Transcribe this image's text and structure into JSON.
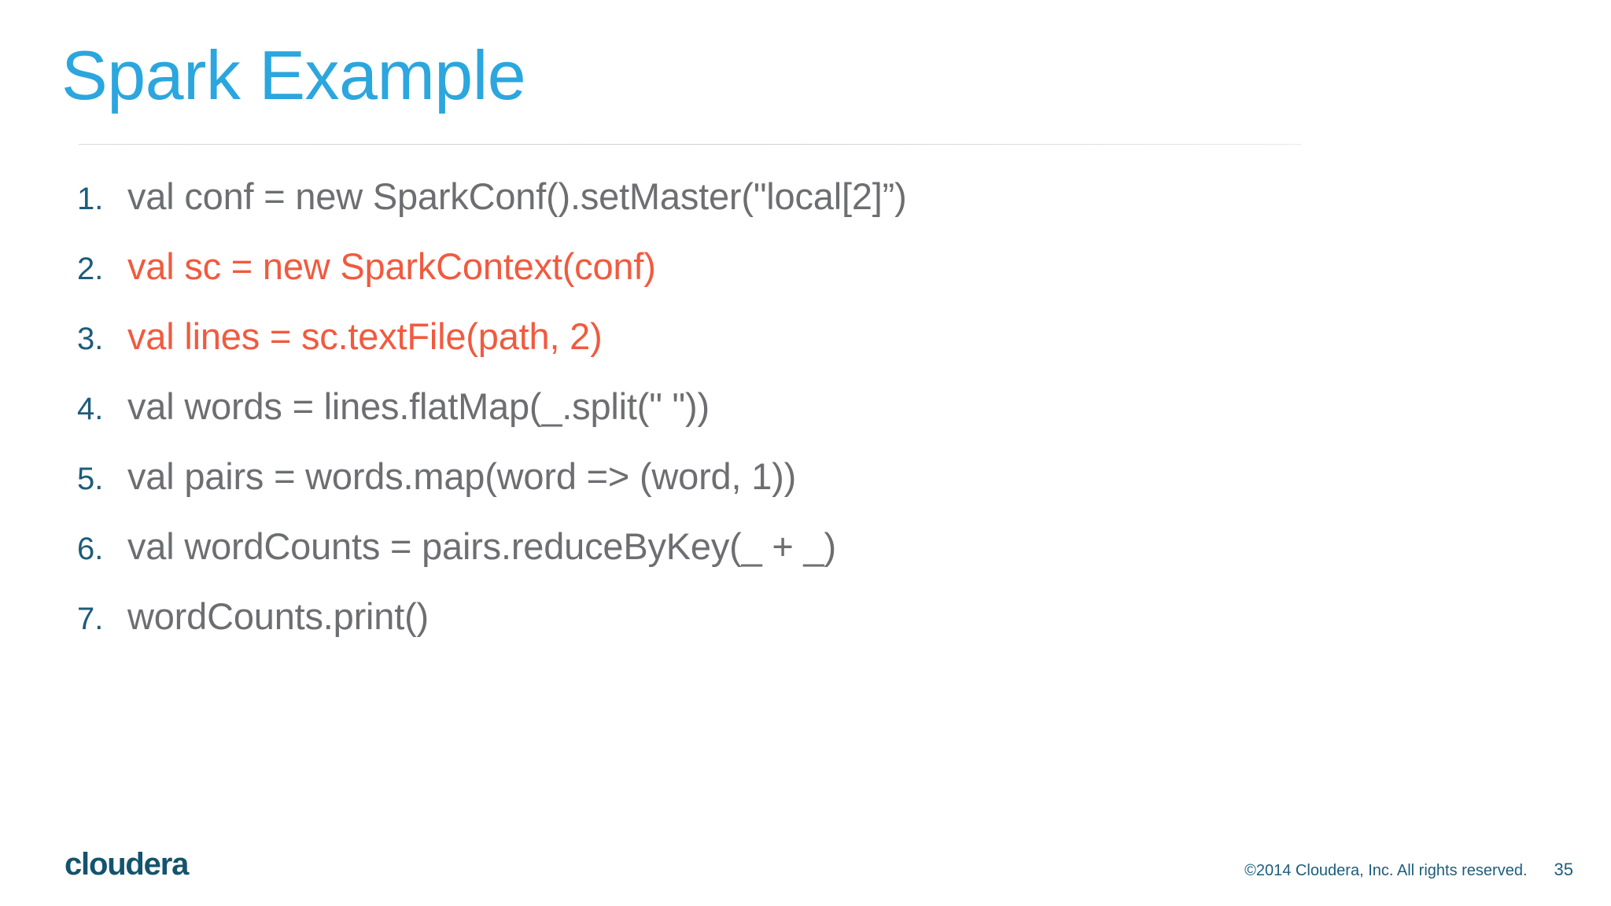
{
  "slide": {
    "title": "Spark Example",
    "title_color": "#2ba6de",
    "body_color": "#6d6e71",
    "accent_color": "#f15a3f",
    "number_color": "#1d5c7c",
    "background": "#ffffff"
  },
  "code": {
    "lines": [
      {
        "num": "1.",
        "text": "val conf = new SparkConf().setMaster(\"local[2]”)",
        "highlighted": false
      },
      {
        "num": "2.",
        "text": "val sc = new SparkContext(conf)",
        "highlighted": true
      },
      {
        "num": "3.",
        "text": "val lines = sc.textFile(path, 2)",
        "highlighted": true
      },
      {
        "num": "4.",
        "text": "val words = lines.flatMap(_.split(\" \"))",
        "highlighted": false
      },
      {
        "num": "5.",
        "text": "val pairs = words.map(word => (word, 1))",
        "highlighted": false
      },
      {
        "num": "6.",
        "text": "val wordCounts = pairs.reduceByKey(_ + _)",
        "highlighted": false
      },
      {
        "num": "7.",
        "text": "wordCounts.print()",
        "highlighted": false
      }
    ]
  },
  "footer": {
    "logo": "cloudera",
    "copyright": "©2014 Cloudera, Inc. All rights reserved.",
    "page_number": "35"
  }
}
